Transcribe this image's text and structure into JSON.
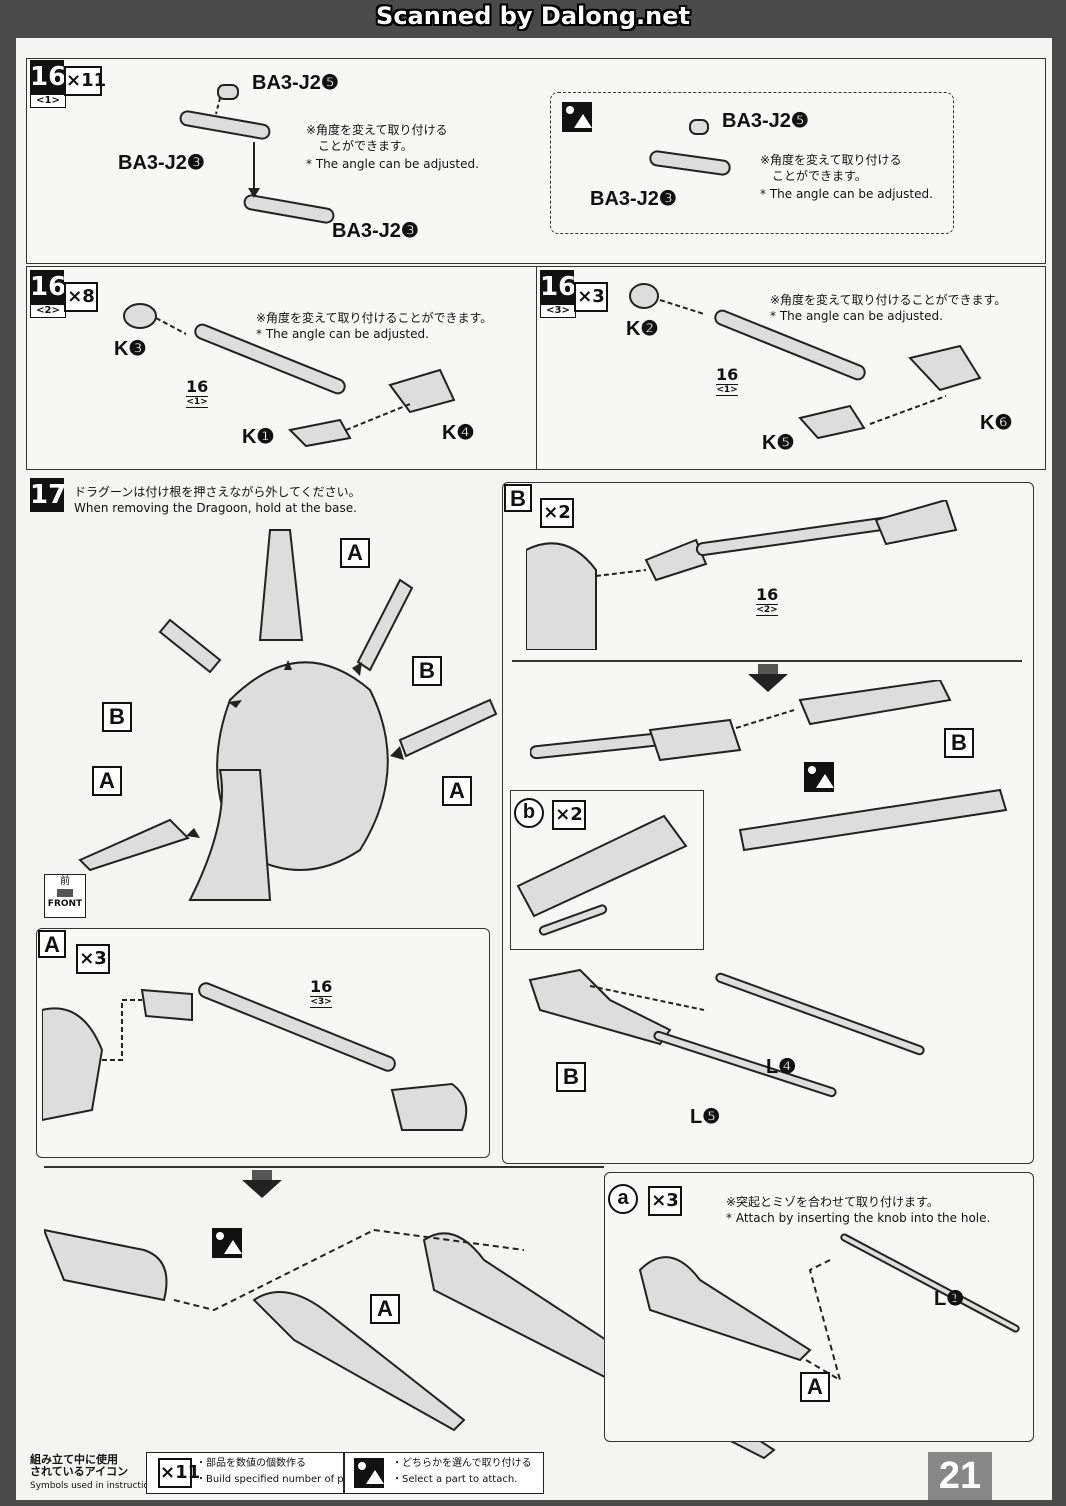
{
  "header": {
    "scan_credit": "Scanned by Dalong.net"
  },
  "page_number": "21",
  "step16_1": {
    "step": "16",
    "sub": "<1>",
    "count": "×11",
    "labels": [
      "BA3-J2❺",
      "BA3-J2❸",
      "BA3-J2❸"
    ],
    "note_jp": "※角度を変えて取り付ける\n　ことができます。",
    "note_en": "* The angle can be adjusted.",
    "alt": {
      "labels": [
        "BA3-J2❺",
        "BA3-J2❸"
      ],
      "note_jp": "※角度を変えて取り付ける\n　ことができます。",
      "note_en": "* The angle can be adjusted."
    }
  },
  "step16_2": {
    "step": "16",
    "sub": "<2>",
    "count": "×8",
    "note_jp": "※角度を変えて取り付けることができます。",
    "note_en": "* The angle can be adjusted.",
    "labels": [
      "K❸",
      "K❶",
      "K❹"
    ],
    "ref": {
      "num": "16",
      "sub": "<1>"
    }
  },
  "step16_3": {
    "step": "16",
    "sub": "<3>",
    "count": "×3",
    "note_jp": "※角度を変えて取り付けることができます。",
    "note_en": "* The angle can be adjusted.",
    "labels": [
      "K❷",
      "K❺",
      "K❻"
    ],
    "ref": {
      "num": "16",
      "sub": "<1>"
    }
  },
  "step17": {
    "step": "17",
    "note_jp": "ドラグーンは付け根を押さえながら外してください。",
    "note_en": "When removing the Dragoon, hold at the base.",
    "markers": [
      "A",
      "B",
      "B",
      "A",
      "A"
    ],
    "front_icon": {
      "jp": "前",
      "en": "FRONT"
    }
  },
  "panelB": {
    "letter": "B",
    "count": "×2",
    "ref": {
      "num": "16",
      "sub": "<2>"
    },
    "result_label": "B",
    "sub_b": {
      "letter": "b",
      "count": "×2"
    },
    "bottom_labels": {
      "part": "B",
      "l4": "L❹",
      "l5": "L❺"
    }
  },
  "panelA": {
    "letter": "A",
    "count": "×3",
    "ref": {
      "num": "16",
      "sub": "<3>"
    },
    "result_label": "A",
    "sub_a": {
      "letter": "a",
      "count": "×3",
      "note_jp": "※突起とミゾを合わせて取り付けます。",
      "note_en": "* Attach by inserting the knob into the hole.",
      "l1": "L❶",
      "label": "A"
    }
  },
  "legend": {
    "title_jp": "組み立て中に使用\nされているアイコン",
    "title_en": "Symbols used in instructions",
    "count_icon": "×11",
    "count_jp": "・部品を数値の個数作る",
    "count_en": "・Build specified number of parts.",
    "select_jp": "・どちらかを選んで取り付ける",
    "select_en": "・Select a part to attach."
  }
}
